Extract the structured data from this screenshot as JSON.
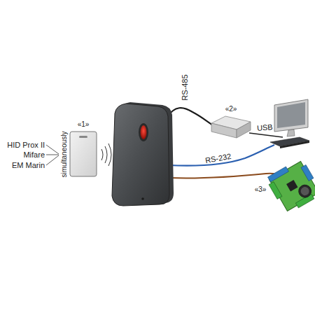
{
  "diagram": {
    "labels": [
      "HID Prox II",
      "Mifare",
      "EM Marin",
      "simultaneously",
      "«1»",
      "RS-485",
      "«2»",
      "USB",
      "RS-232",
      "«3»"
    ]
  }
}
